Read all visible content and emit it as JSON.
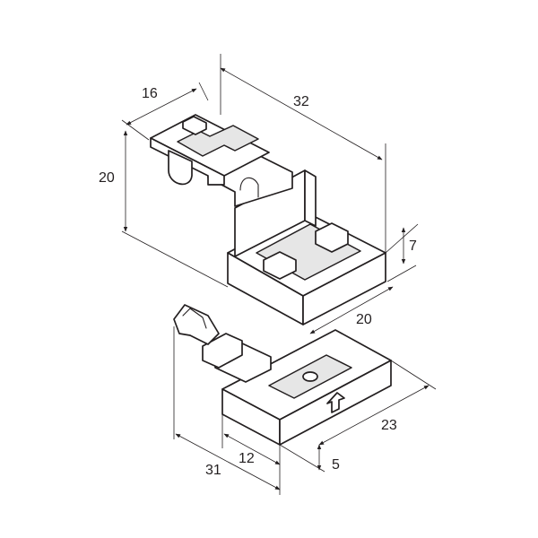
{
  "dimensions": {
    "top_width": "16",
    "top_length": "32",
    "top_height": "20",
    "top_step": "7",
    "top_depth": "20",
    "bottom_width": "23",
    "bottom_thickness": "5",
    "bottom_stem": "12",
    "bottom_overall": "31"
  },
  "colors": {
    "line": "#231f20",
    "background": "#ffffff"
  }
}
